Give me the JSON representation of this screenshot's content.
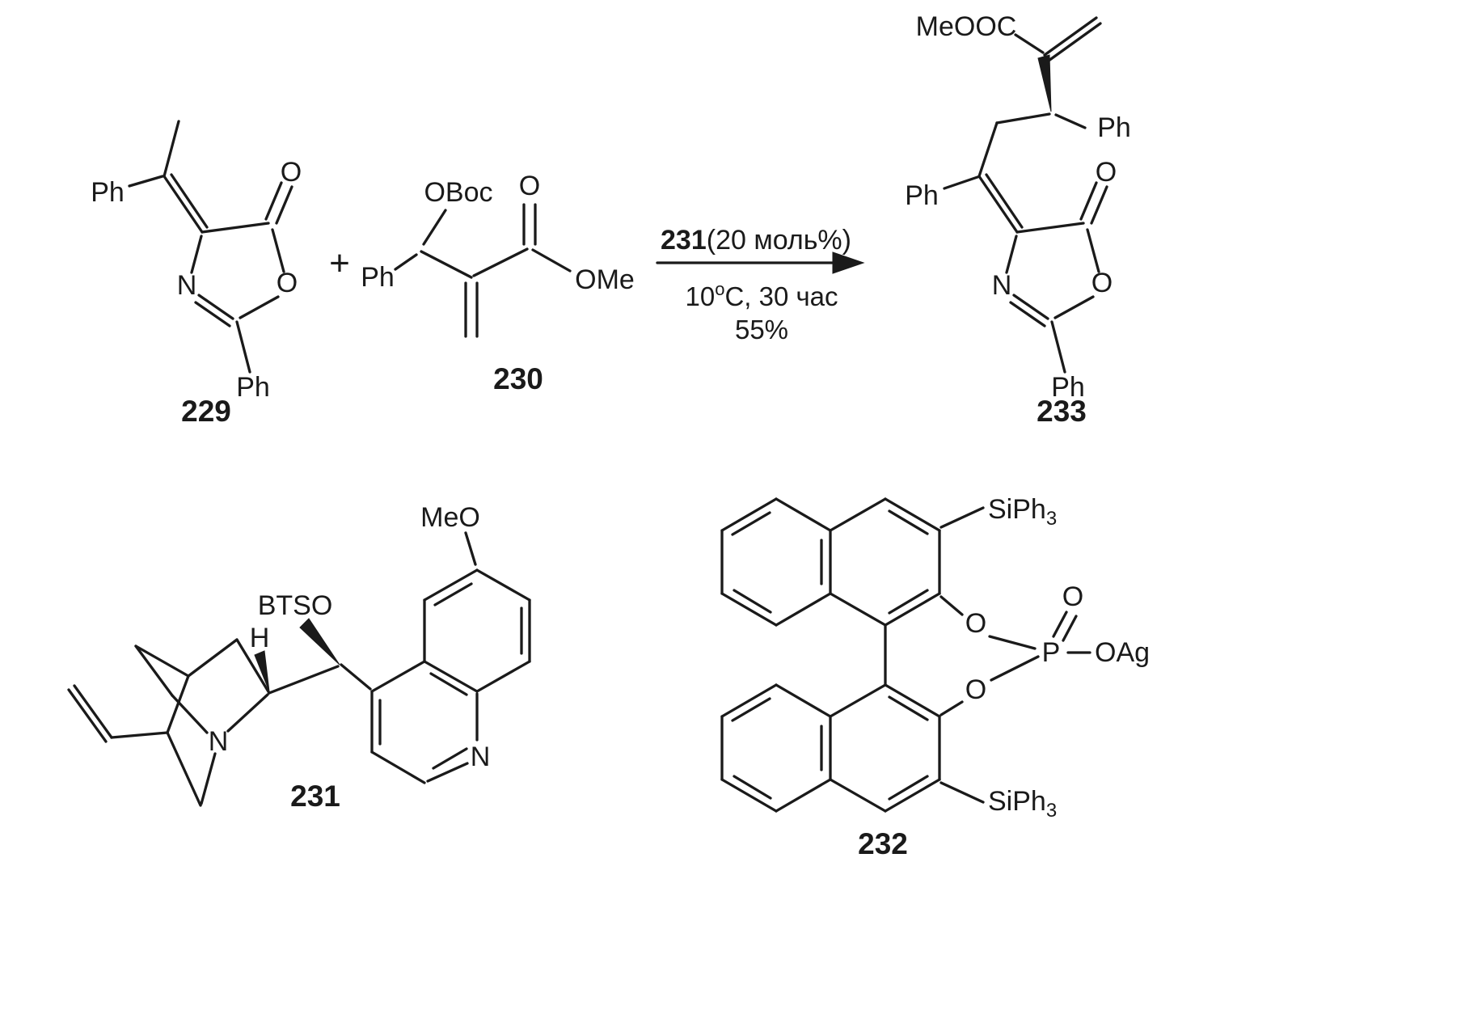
{
  "colors": {
    "ink": "#1a1a1a",
    "background": "#ffffff"
  },
  "reaction": {
    "plus": "+",
    "catalyst_number": "231",
    "catalyst_loading": "(20 моль%)",
    "cond_temp_base": "10",
    "cond_temp_sup": "o",
    "cond_temp_rest": "C, 30 час",
    "cond_yield": "55%"
  },
  "compounds": {
    "c229": {
      "number": "229",
      "ph_top": "Ph",
      "o_carbonyl": "O",
      "n": "N",
      "o_ring": "O",
      "ph_bottom": "Ph"
    },
    "c230": {
      "number": "230",
      "oboc": "OBoc",
      "ph": "Ph",
      "o_carbonyl": "O",
      "ome": "OMe"
    },
    "c233": {
      "number": "233",
      "meooc": "MeOOC",
      "ph_chain": "Ph",
      "ph_exo": "Ph",
      "o_carbonyl": "O",
      "n": "N",
      "o_ring": "O",
      "ph_bottom": "Ph"
    },
    "c231": {
      "number": "231",
      "meo": "MeO",
      "btso": "BTSO",
      "h": "H",
      "n_quinuclidine": "N",
      "n_quinoline": "N"
    },
    "c232": {
      "number": "232",
      "si_top": "SiPh",
      "si_top_sub": "3",
      "o_top": "O",
      "o_dbl": "O",
      "p": "P",
      "oag": "OAg",
      "o_bottom": "O",
      "si_bottom": "SiPh",
      "si_bottom_sub": "3"
    }
  }
}
